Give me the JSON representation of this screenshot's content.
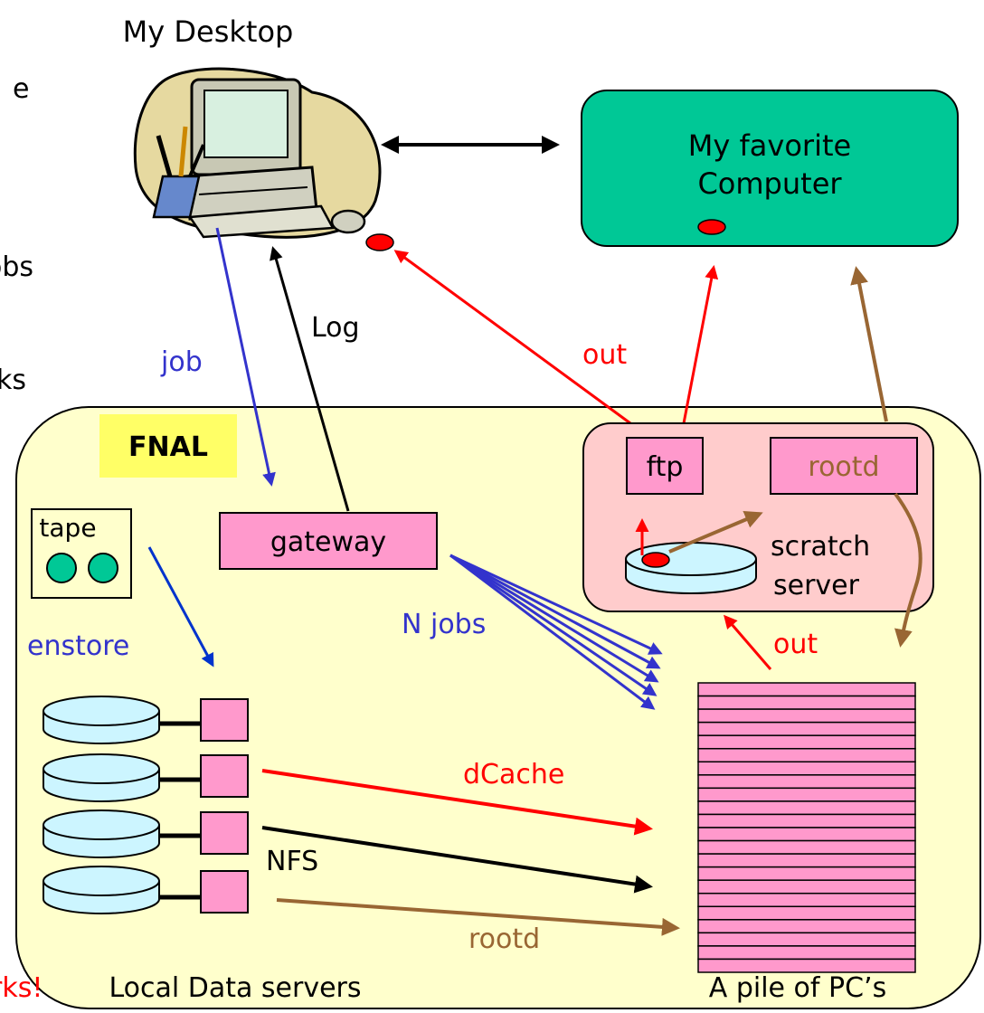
{
  "desktop": {
    "label": "My Desktop"
  },
  "favorite": {
    "line1": "My favorite",
    "line2": "Computer",
    "fill": "#00c896"
  },
  "fnal": {
    "label": "FNAL",
    "tag_fill": "#ffff66",
    "region_fill": "#ffffcc"
  },
  "tape": {
    "label": "tape"
  },
  "gateway": {
    "label": "gateway"
  },
  "ftp": {
    "label": "ftp"
  },
  "rootd_box": {
    "label": "rootd"
  },
  "scratch": {
    "line1": "scratch",
    "line2": "server"
  },
  "arrows": {
    "job": "job",
    "log": "Log",
    "out_top": "out",
    "n_jobs": "N jobs",
    "out_scratch": "out",
    "enstore": "enstore",
    "dcache": "dCache",
    "nfs": "NFS",
    "rootd_lower": "rootd"
  },
  "local_data_servers": "Local Data servers",
  "pile_of_pcs": "A pile of PC’s",
  "left_cut": {
    "line1": "e",
    "line2": "obs",
    "line3": "ks",
    "bottom": "rks!"
  },
  "colors": {
    "blue": "#3333cc",
    "red": "#ff0000",
    "brown": "#996633",
    "black": "#000000",
    "pink": "#ff99cc",
    "scratch_fill": "#ffcccc",
    "disk_fill": "#ccf5ff",
    "tape_reel": "#00c896"
  }
}
